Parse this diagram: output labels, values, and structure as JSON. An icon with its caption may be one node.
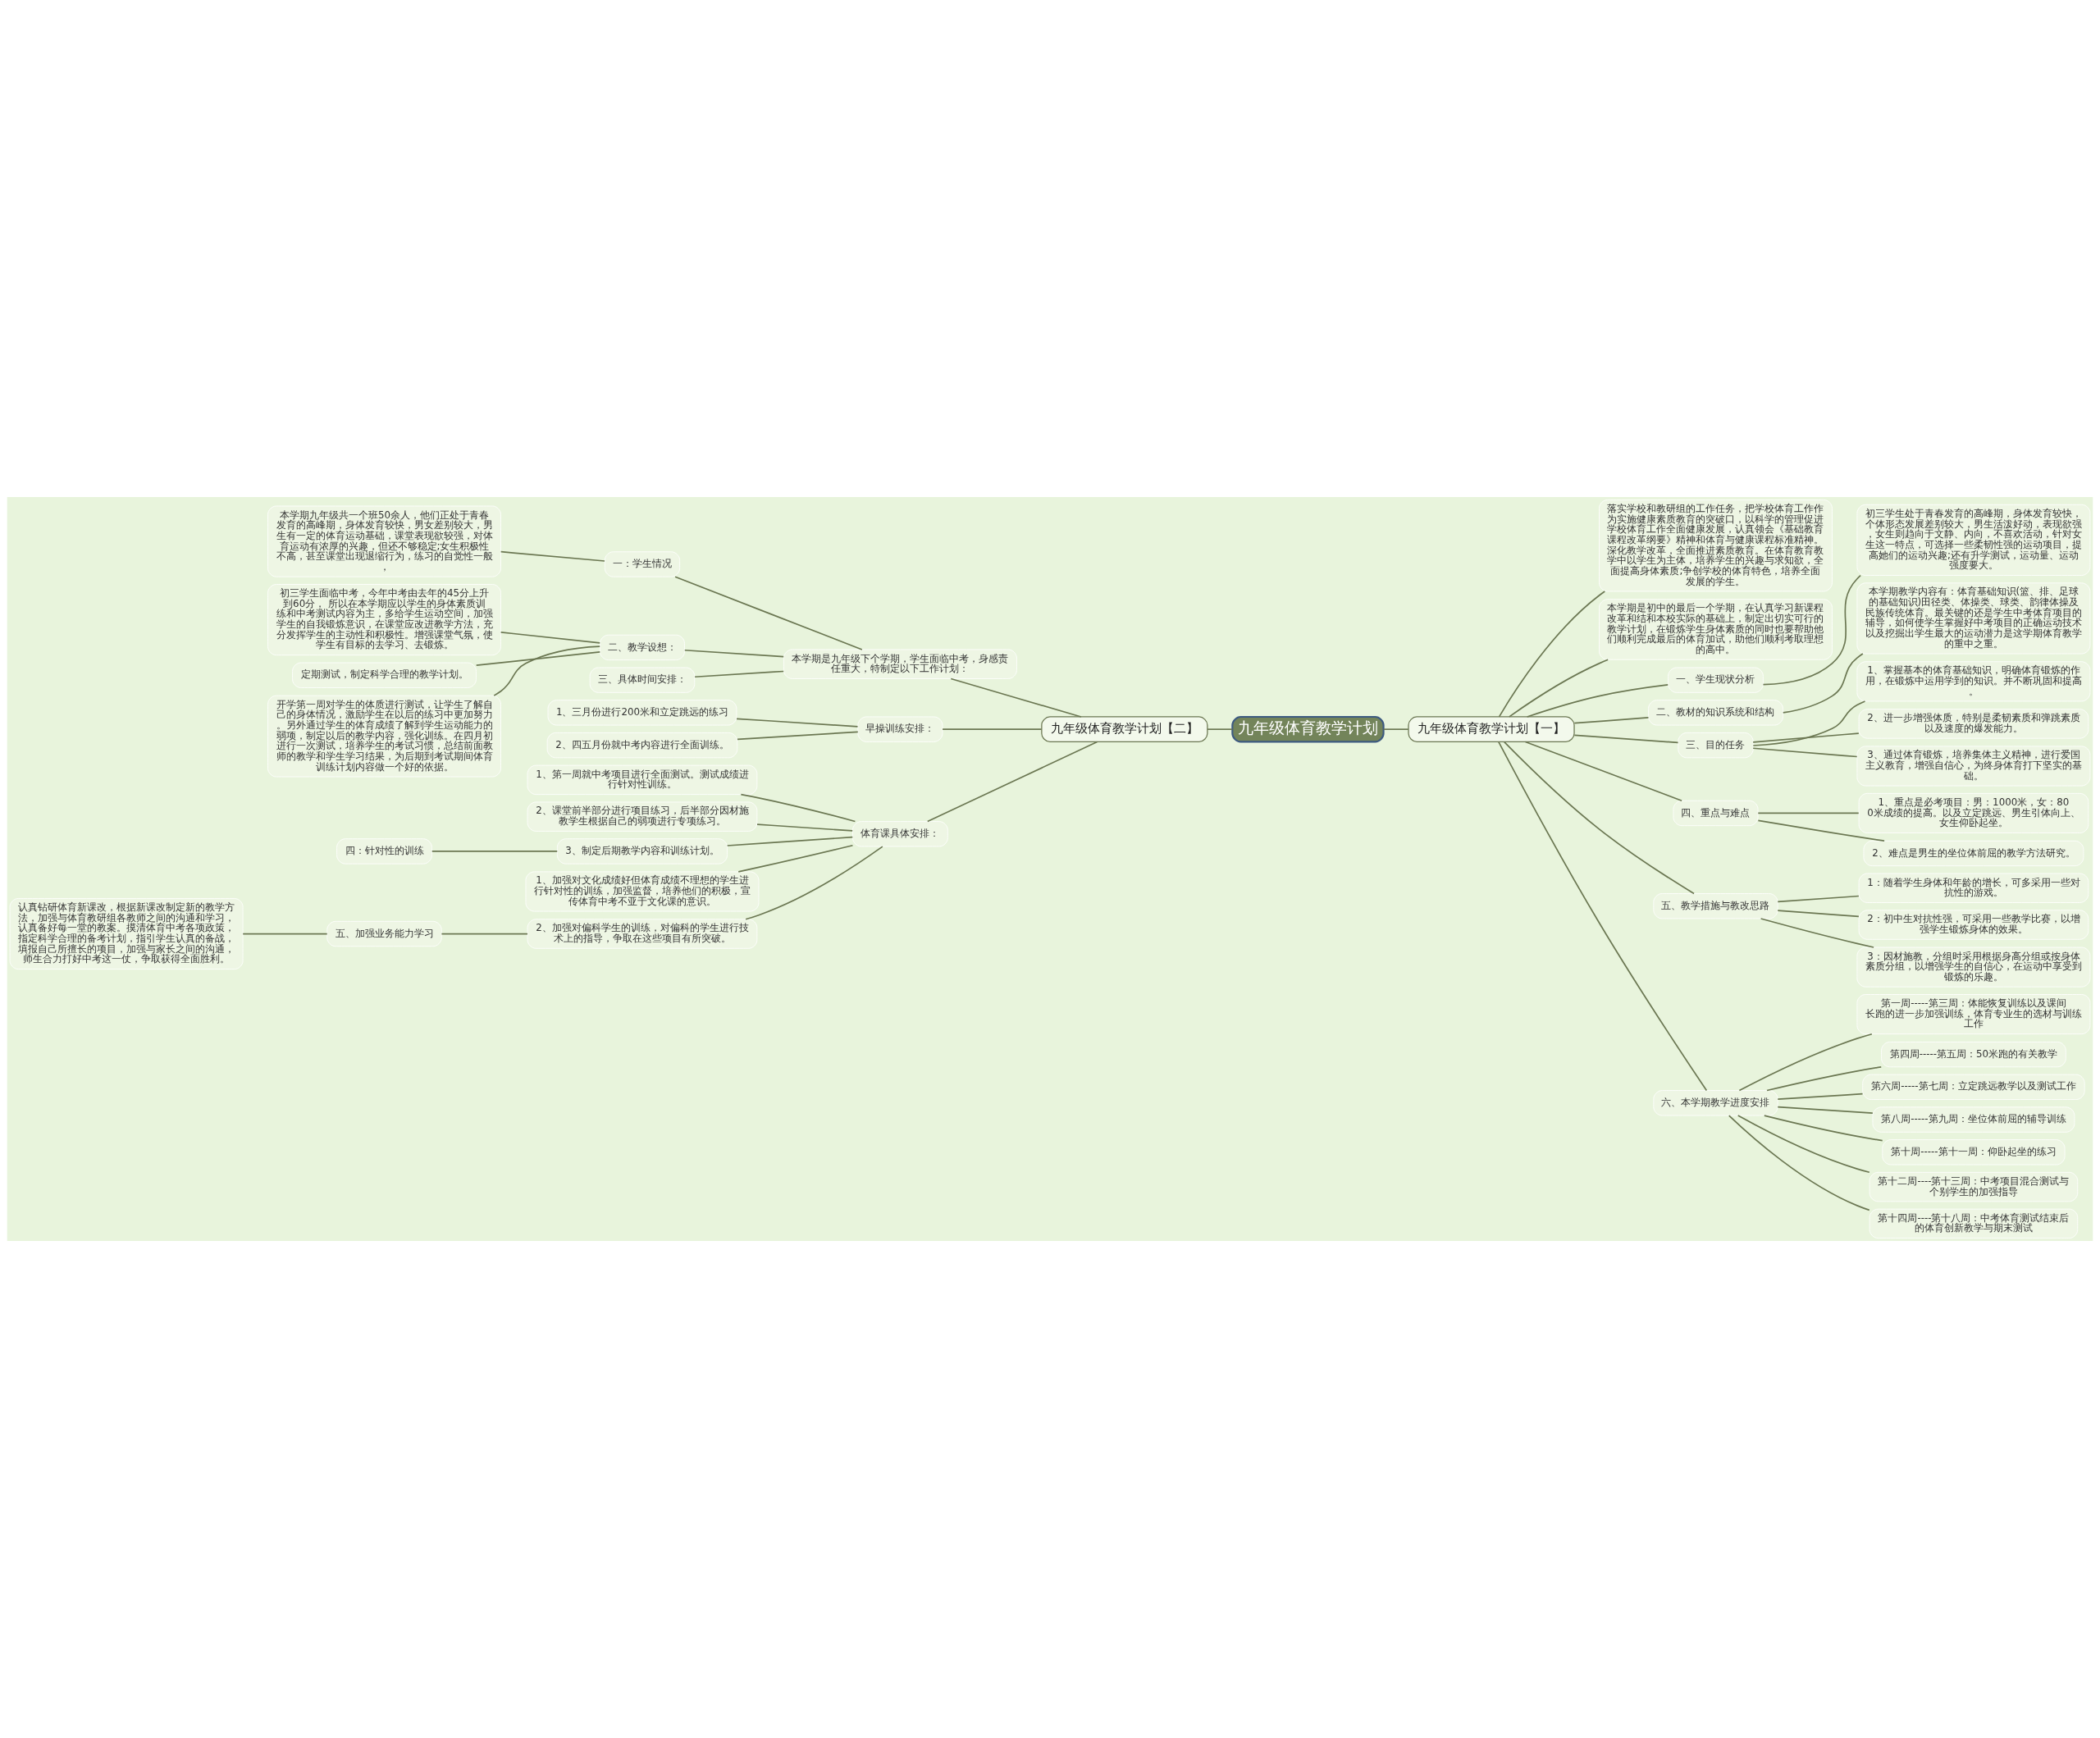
{
  "diagram": {
    "nodes": [
      {
        "text": [
          "九年级体育教学计划"
        ]
      },
      {
        "text": [
          "九年级体育教学计划【一】"
        ]
      },
      {
        "text": [
          "落实学校和教研组的工作任务，把学校体育工作作为实施健康素质教育的突破口，以科学的管理促进学校体育工作全面健康发展，认真领会《基础教育课程改革纲要》精神和体育与健康课程标准精神。深化教学改革，全面推进素质教育。在体育教育教学中以学生为主体，培养学生的兴趣与求知欲，全面提高身体素质;争创学校的体育特色，培养全面发展的学生。"
        ]
      },
      {
        "text": [
          "本学期是初中的最后一个学期，在认真学习新课程改革和结和本校实际的基础上，制定出切实可行的教学计划，在锻炼学生身体素质的同时也要帮助他们顺利完成最后的体育加试，助他们顺利考取理想的高中。"
        ]
      },
      {
        "text": [
          "一、学生现状分析"
        ]
      },
      {
        "text": [
          "初三学生处于青春发育的高峰期，身体发育较快，个体形态发展差别较大，男生活泼好动，表现欲强，女生则趋向于文静、内向，不喜欢活动，针对女生这一特点，可选择一些柔韧性强的运动项目，提高她们的运动兴趣;还有升学测试，运动量、运动强度要大。"
        ]
      },
      {
        "text": [
          "二、教材的知识系统和结构"
        ]
      },
      {
        "text": [
          "本学期教学内容有：体育基础知识(篮、排、足球的基础知识)田径类、体操类、球类、韵律体操及民族传统体育。最关键的还是学生中考体育项目的辅导，如何使学生掌握好中考项目的正确运动技术以及挖掘出学生最大的运动潜力是这学期体育教学的重中之重。"
        ]
      },
      {
        "text": [
          "三、目的任务"
        ]
      },
      {
        "text": [
          "1、掌握基本的体育基础知识，明确体育锻炼的作用，在锻炼中运用学到的知识。并不断巩固和提高。"
        ]
      },
      {
        "text": [
          "2、进一步增强体质，特别是柔韧素质和弹跳素质以及速度的爆发能力。"
        ]
      },
      {
        "text": [
          "3、通过体育锻炼，培养集体主义精神，进行爱国主义教育，增强自信心，为终身体育打下坚实的基础。"
        ]
      },
      {
        "text": [
          "四、重点与难点"
        ]
      },
      {
        "text": [
          "1、重点是必考项目：男：1000米，女：800米成绩的提高。以及立定跳远、男生引体向上、女生仰卧起坐。"
        ]
      },
      {
        "text": [
          "2、难点是男生的坐位体前屈的教学方法研究。"
        ]
      },
      {
        "text": [
          "五、教学措施与教改思路"
        ]
      },
      {
        "text": [
          "1：随着学生身体和年龄的增长，可多采用一些对抗性的游戏。"
        ]
      },
      {
        "text": [
          "2：初中生对抗性强，可采用一些教学比赛，以增强学生锻炼身体的效果。"
        ]
      },
      {
        "text": [
          "3：因材施教，分组时采用根据身高分组或按身体素质分组，以增强学生的自信心，在运动中享受到锻炼的乐趣。"
        ]
      },
      {
        "text": [
          "六、本学期教学进度安排"
        ]
      },
      {
        "text": [
          "第一周-----第三周：体能恢复训练以及课间长跑的进一步加强训练，体育专业生的选材与训练工作"
        ]
      },
      {
        "text": [
          "第四周-----第五周：50米跑的有关教学"
        ]
      },
      {
        "text": [
          "第六周-----第七周：立定跳远教学以及测试工作"
        ]
      },
      {
        "text": [
          "第八周-----第九周：坐位体前屈的辅导训练"
        ]
      },
      {
        "text": [
          "第十周-----第十一周：仰卧起坐的练习"
        ]
      },
      {
        "text": [
          "第十二周----第十三周：中考项目混合测试与个别学生的加强指导"
        ]
      },
      {
        "text": [
          "第十四周----第十八周：中考体育测试结束后的体育创新教学与期末测试"
        ]
      },
      {
        "text": [
          "九年级体育教学计划【二】"
        ]
      },
      {
        "text": [
          "本学期是九年级下个学期，学生面临中考，身感责任重大，特制定以下工作计划："
        ]
      },
      {
        "text": [
          "一：学生情况"
        ]
      },
      {
        "text": [
          "本学期九年级共一个班50余人，他们正处于青春发育的高峰期，身体发育较快，男女差别较大，男生有一定的体育运动基础，课堂表现欲较强，对体育运动有浓厚的兴趣，但还不够稳定;女生积极性不高，甚至课堂出现退缩行为，练习的自觉性一般，"
        ]
      },
      {
        "text": [
          "二、教学设想："
        ]
      },
      {
        "text": [
          "初三学生面临中考，今年中考由去年的45分上升到60分， 所以在本学期应以学生的身体素质训练和中考测试内容为主，多给学生运动空间，加强学生的自我锻炼意识，在课堂应改进教学方法，充分发挥学生的主动性和积极性。增强课堂气氛，使学生有目标的去学习、去锻炼。"
        ]
      },
      {
        "text": [
          "定期测试，制定科学合理的教学计划。"
        ]
      },
      {
        "text": [
          "开学第一周对学生的体质进行测试，让学生了解自己的身体情况，激励学生在以后的练习中更加努力。另外通过学生的体育成绩了解到学生运动能力的弱项，制定以后的教学内容，强化训练。在四月初进行一次测试，培养学生的考试习惯，总结前面教师的教学和学生学习结果，为后期到考试期间体育训练计划内容做一个好的依据。"
        ]
      },
      {
        "text": [
          "三、具体时间安排："
        ]
      },
      {
        "text": [
          "早操训练安排："
        ]
      },
      {
        "text": [
          "1、三月份进行200米和立定跳远的练习"
        ]
      },
      {
        "text": [
          "2、四五月份就中考内容进行全面训练。"
        ]
      },
      {
        "text": [
          "体育课具体安排："
        ]
      },
      {
        "text": [
          "1、第一周就中考项目进行全面测试。测试成绩进行针对性训练。"
        ]
      },
      {
        "text": [
          "2、课堂前半部分进行项目练习，后半部分因材施教学生根据自己的弱项进行专项练习。"
        ]
      },
      {
        "text": [
          "3、制定后期教学内容和训练计划。"
        ]
      },
      {
        "text": [
          "四：针对性的训练"
        ]
      },
      {
        "text": [
          "1、加强对文化成绩好但体育成绩不理想的学生进行针对性的训练，加强监督，培养他们的积极，宣传体育中考不亚于文化课的意识。"
        ]
      },
      {
        "text": [
          "2、加强对偏科学生的训练，对偏科的学生进行技术上的指导，争取在这些项目有所突破。"
        ]
      },
      {
        "text": [
          "五、加强业务能力学习"
        ]
      },
      {
        "text": [
          "认真钻研体育新课改，根据新课改制定新的教学方法，加强与体育教研组各教师之间的沟通和学习，认真备好每一堂的教案。摸清体育中考各项政策，指定科学合理的备考计划，指引学生认真的备战，填报自己所擅长的项目，加强与家长之间的沟通，师生合力打好中考这一仗，争取获得全面胜利。"
        ]
      }
    ],
    "edges": [
      {
        "from": 0,
        "to": 1,
        "arrow": "none"
      },
      {
        "from": 1,
        "to": 2,
        "arrow": "none"
      },
      {
        "from": 1,
        "to": 3,
        "arrow": "none"
      },
      {
        "from": 1,
        "to": 4,
        "arrow": "none"
      },
      {
        "from": 4,
        "to": 5,
        "arrow": "none"
      },
      {
        "from": 1,
        "to": 6,
        "arrow": "none"
      },
      {
        "from": 6,
        "to": 7,
        "arrow": "none"
      },
      {
        "from": 1,
        "to": 8,
        "arrow": "none"
      },
      {
        "from": 8,
        "to": 9,
        "arrow": "none"
      },
      {
        "from": 8,
        "to": 10,
        "arrow": "none"
      },
      {
        "from": 8,
        "to": 11,
        "arrow": "none"
      },
      {
        "from": 1,
        "to": 12,
        "arrow": "none"
      },
      {
        "from": 12,
        "to": 13,
        "arrow": "none"
      },
      {
        "from": 12,
        "to": 14,
        "arrow": "none"
      },
      {
        "from": 1,
        "to": 15,
        "arrow": "none"
      },
      {
        "from": 15,
        "to": 16,
        "arrow": "none"
      },
      {
        "from": 15,
        "to": 17,
        "arrow": "none"
      },
      {
        "from": 15,
        "to": 18,
        "arrow": "none"
      },
      {
        "from": 1,
        "to": 19,
        "arrow": "none"
      },
      {
        "from": 19,
        "to": 20,
        "arrow": "none"
      },
      {
        "from": 19,
        "to": 21,
        "arrow": "none"
      },
      {
        "from": 19,
        "to": 22,
        "arrow": "none"
      },
      {
        "from": 19,
        "to": 23,
        "arrow": "none"
      },
      {
        "from": 19,
        "to": 24,
        "arrow": "none"
      },
      {
        "from": 19,
        "to": 25,
        "arrow": "none"
      },
      {
        "from": 19,
        "to": 26,
        "arrow": "none"
      },
      {
        "from": 0,
        "to": 27,
        "arrow": "none"
      },
      {
        "from": 27,
        "to": 28,
        "arrow": "none"
      },
      {
        "from": 28,
        "to": 29,
        "arrow": "none"
      },
      {
        "from": 29,
        "to": 30,
        "arrow": "none"
      },
      {
        "from": 28,
        "to": 31,
        "arrow": "none"
      },
      {
        "from": 31,
        "to": 32,
        "arrow": "none"
      },
      {
        "from": 31,
        "to": 33,
        "arrow": "none"
      },
      {
        "from": 31,
        "to": 34,
        "arrow": "none"
      },
      {
        "from": 28,
        "to": 35,
        "arrow": "none"
      },
      {
        "from": 27,
        "to": 36,
        "arrow": "none"
      },
      {
        "from": 36,
        "to": 37,
        "arrow": "none"
      },
      {
        "from": 36,
        "to": 38,
        "arrow": "none"
      },
      {
        "from": 27,
        "to": 39,
        "arrow": "none"
      },
      {
        "from": 39,
        "to": 40,
        "arrow": "none"
      },
      {
        "from": 39,
        "to": 41,
        "arrow": "none"
      },
      {
        "from": 39,
        "to": 42,
        "arrow": "none"
      },
      {
        "from": 42,
        "to": 43,
        "arrow": "none"
      },
      {
        "from": 39,
        "to": 44,
        "arrow": "none"
      },
      {
        "from": 39,
        "to": 45,
        "arrow": "none"
      },
      {
        "from": 45,
        "to": 46,
        "arrow": "none"
      },
      {
        "from": 46,
        "to": 47,
        "arrow": "none"
      }
    ]
  }
}
